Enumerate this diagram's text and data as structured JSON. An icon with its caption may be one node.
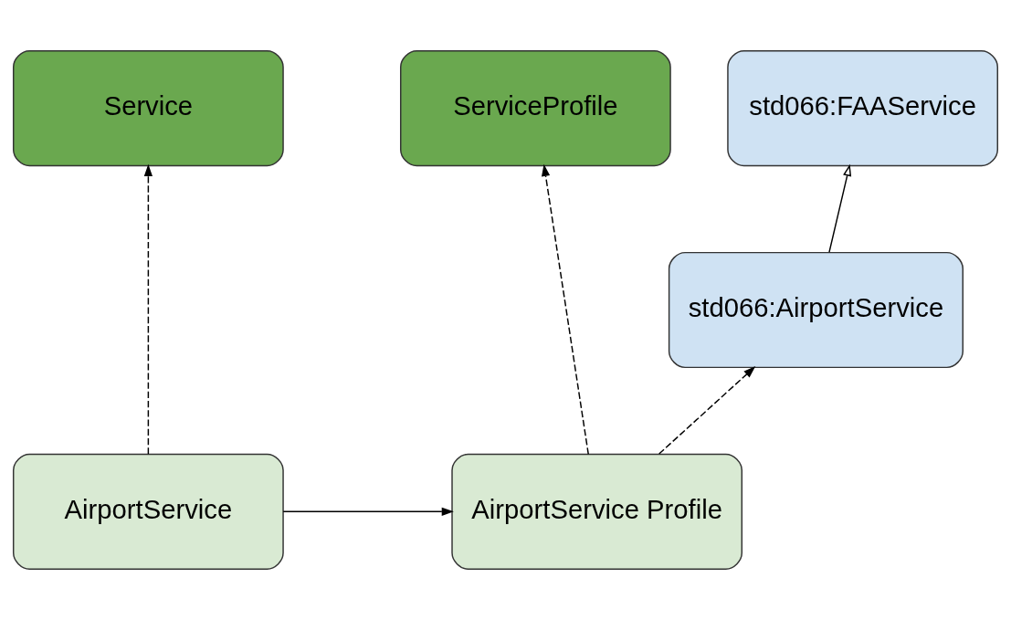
{
  "diagram": {
    "nodes": [
      {
        "text": [
          "Service"
        ]
      },
      {
        "text": [
          "ServiceProfile"
        ]
      },
      {
        "text": [
          "std066:FAAService"
        ]
      },
      {
        "text": [
          "std066:AirportService"
        ]
      },
      {
        "text": [
          "AirportService"
        ]
      },
      {
        "text": [
          "AirportService Profile"
        ]
      }
    ],
    "edges": [
      {
        "from": 4,
        "to": 0,
        "arrow": "to",
        "style": "dashed"
      },
      {
        "from": 5,
        "to": 1,
        "arrow": "to",
        "style": "dashed"
      },
      {
        "from": 5,
        "to": 3,
        "arrow": "to",
        "style": "dashed"
      },
      {
        "from": 3,
        "to": 2,
        "arrow": "to"
      },
      {
        "from": 4,
        "to": 5,
        "arrow": "to"
      }
    ]
  }
}
